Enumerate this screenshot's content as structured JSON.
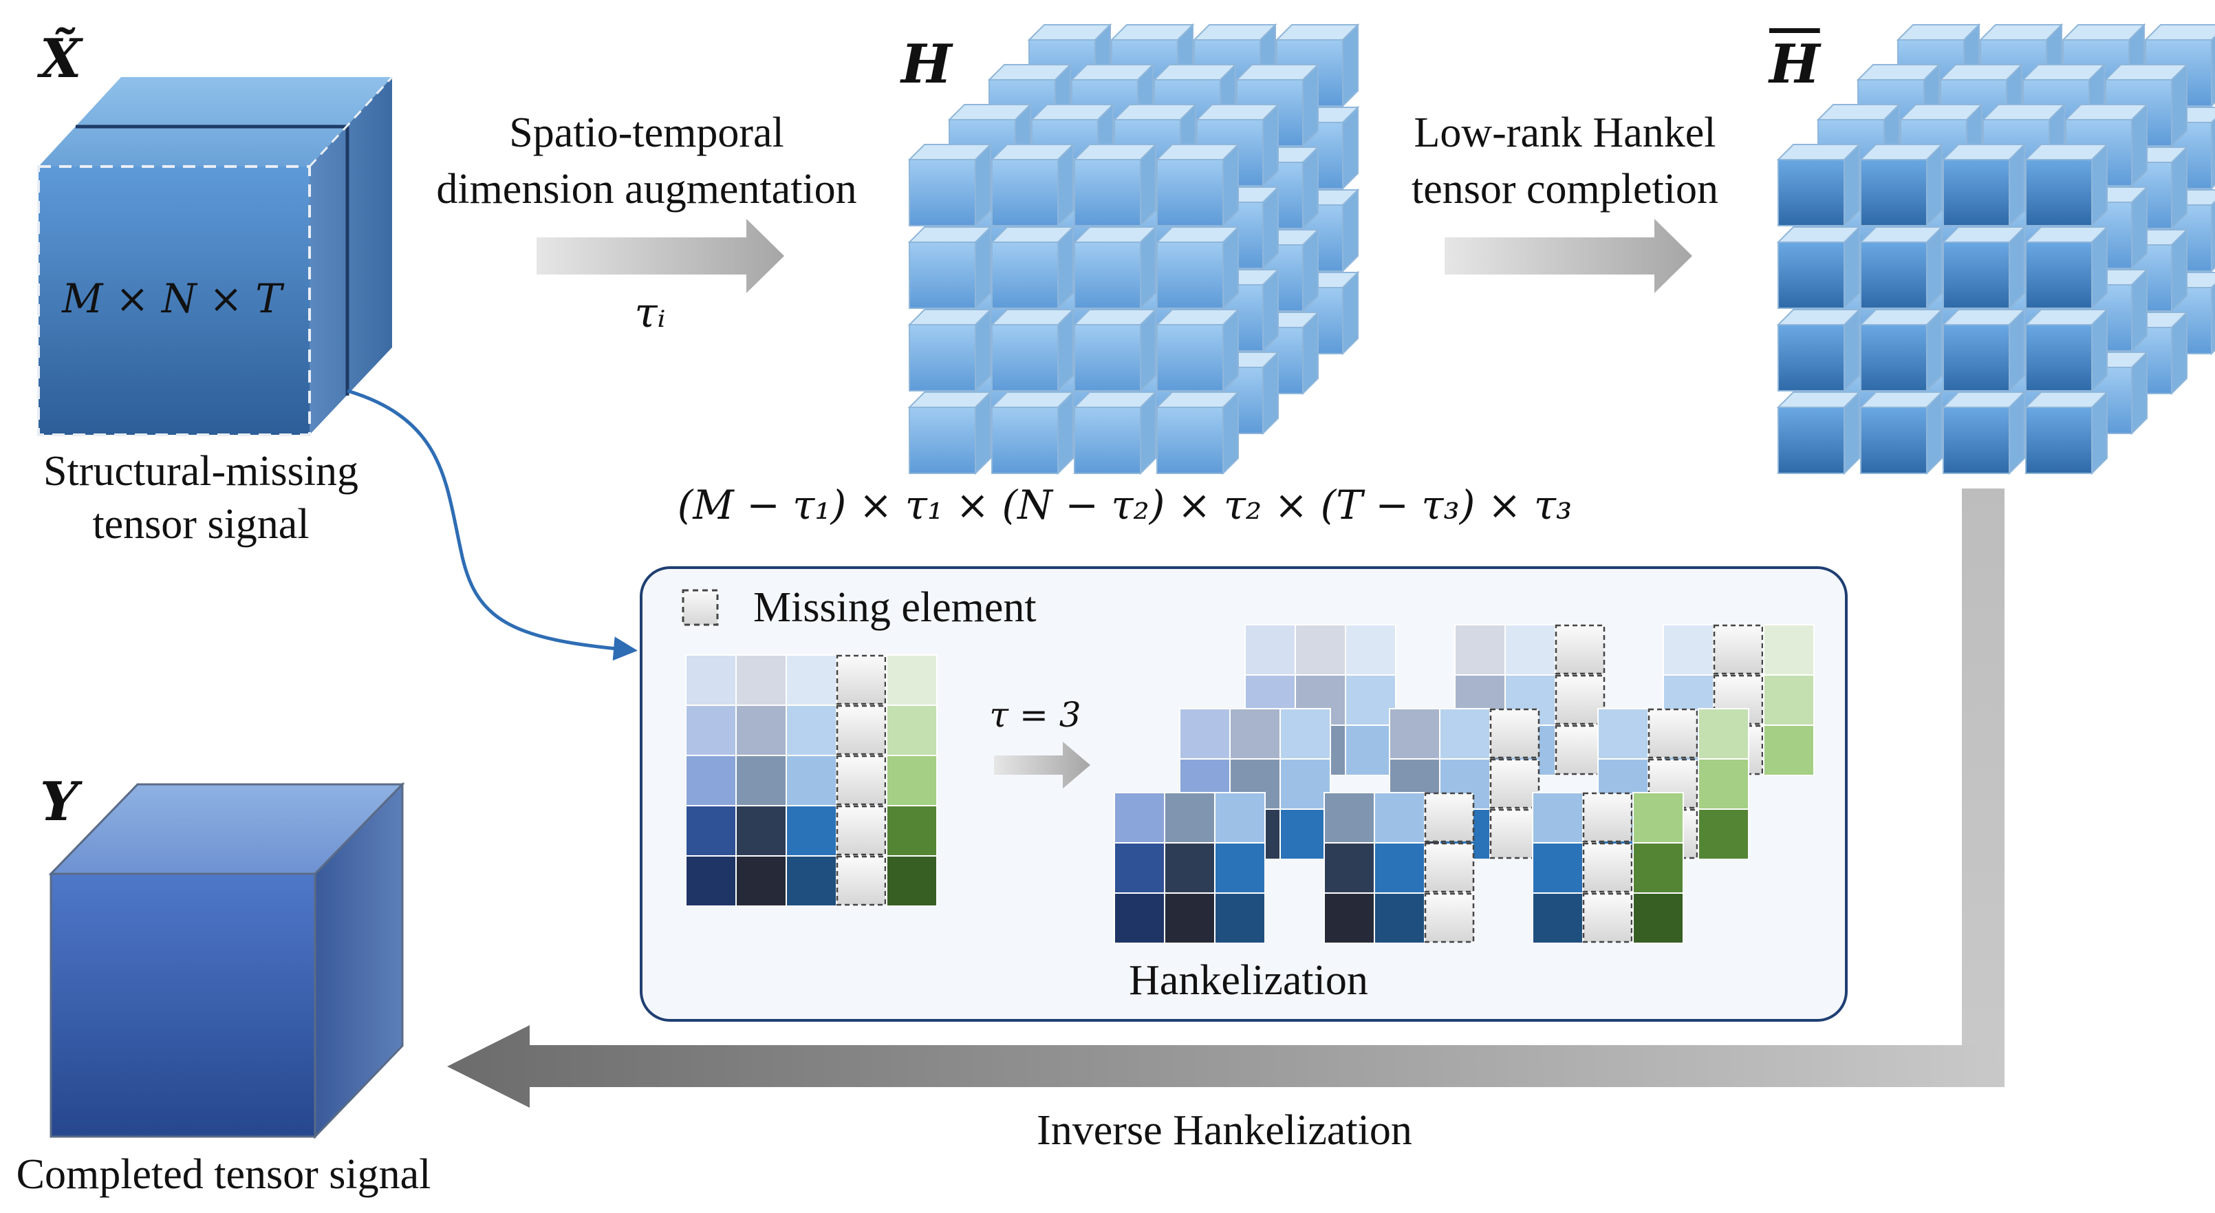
{
  "symbols": {
    "x_tilde": "X̃",
    "h": "H",
    "h_bar": "H",
    "y": "Y"
  },
  "labels": {
    "input_dims": "M × N × T",
    "input_caption_line1": "Structural-missing",
    "input_caption_line2": "tensor signal",
    "step1_line1": "Spatio-temporal",
    "step1_line2": "dimension augmentation",
    "step1_param": "τᵢ",
    "step2_line1": "Low-rank Hankel",
    "step2_line2": "tensor completion",
    "hankel_dims": "(M − τ₁) × τ₁ × (N − τ₂) × τ₂ × (T − τ₃) × τ₃",
    "legend_missing": "Missing element",
    "tau_value": "τ = 3",
    "hankelization": "Hankelization",
    "inverse_hankelization": "Inverse Hankelization",
    "output_caption": "Completed tensor signal"
  },
  "colors": {
    "cube_light": "#bcd8f3",
    "cube_mid": "#5f9fdc",
    "cube_dark": "#2f6aa8",
    "output_blue": "#3a62b4",
    "arrow_gray": "#a9a9a9",
    "curve_blue": "#2e6db4",
    "panel_border": "#1f3f72",
    "panel_fill": "#f4f7fb"
  },
  "matrix": {
    "rows": [
      [
        "#d4dff1",
        "#d4d9e4",
        "#dbe7f4",
        "missing",
        "#e1edd8"
      ],
      [
        "#b0c3e6",
        "#a7b4cb",
        "#b6d2ee",
        "missing",
        "#c4dfb0"
      ],
      [
        "#8aa5d9",
        "#8095b0",
        "#9dc1e6",
        "missing",
        "#a4cf85"
      ],
      [
        "#2f5196",
        "#2e3d56",
        "#2b73b8",
        "missing",
        "#548535"
      ],
      [
        "#1f3566",
        "#262a38",
        "#1f4f7f",
        "missing",
        "#375f24"
      ]
    ]
  }
}
